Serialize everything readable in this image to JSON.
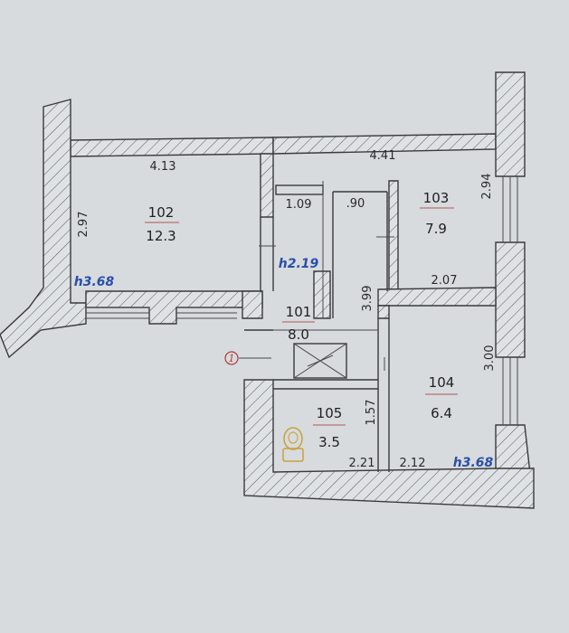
{
  "rooms": [
    {
      "number": "102",
      "area": "12.3"
    },
    {
      "number": "103",
      "area": "7.9"
    },
    {
      "number": "101",
      "area": "8.0"
    },
    {
      "number": "104",
      "area": "6.4"
    },
    {
      "number": "105",
      "area": "3.5"
    }
  ],
  "dimensions": {
    "d_413": "4.13",
    "d_441": "4.41",
    "d_297": "2.97",
    "d_294": "2.94",
    "d_109": "1.09",
    "d_090": ".90",
    "d_399": "3.99",
    "d_207": "2.07",
    "d_300": "3.00",
    "d_157": "1.57",
    "d_221": "2.21",
    "d_212": "2.12"
  },
  "heights": {
    "h_left": "h3.68",
    "h_corridor": "h2.19",
    "h_right": "h3.68"
  },
  "entrance_marker": "1",
  "colors": {
    "paper": "#d7dbde",
    "wall_line": "#3a3a3a",
    "height_text": "#2b4fa8",
    "marker": "#b03a3a",
    "toilet": "#c9a13a"
  },
  "icons": [
    "toilet-icon",
    "ventilation-shaft-icon",
    "entrance-marker-icon"
  ]
}
